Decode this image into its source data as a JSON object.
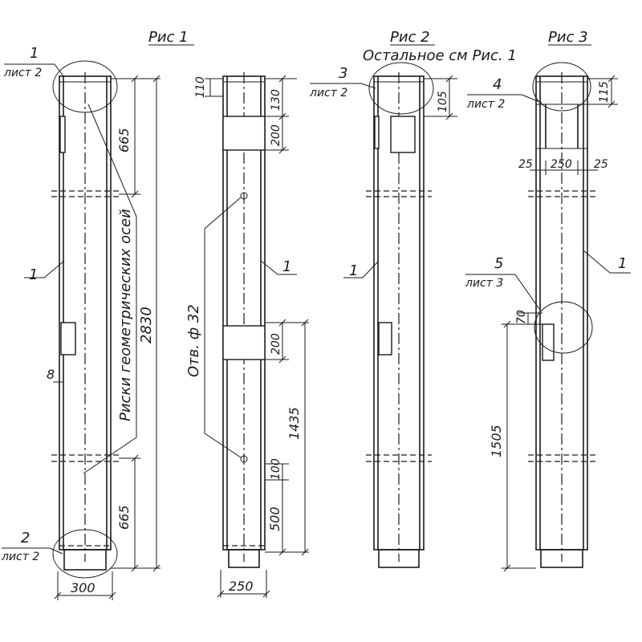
{
  "figures": {
    "fig1": "Рис 1",
    "fig2": "Рис 2",
    "fig3": "Рис 3",
    "fig2_note": "Остальное см Рис. 1"
  },
  "callouts": {
    "c1_num": "1",
    "c1_sheet": "лист 2",
    "c2_num": "2",
    "c2_sheet": "лист 2",
    "c3_num": "3",
    "c3_sheet": "лист 2",
    "c4_num": "4",
    "c4_sheet": "лист 2",
    "c5_num": "5",
    "c5_sheet": "лист 3"
  },
  "positions": {
    "p1_a": "1",
    "p1_b": "1",
    "p1_c": "1",
    "p1_d": "1"
  },
  "labels": {
    "axis_marks": "Риски геометрических осей",
    "hole": "Отв. ф 32",
    "weld_8": "8"
  },
  "dims": {
    "d665_top": "665",
    "d2830": "2830",
    "d665_bot": "665",
    "d300": "300",
    "d110": "110",
    "d130": "130",
    "d200_top": "200",
    "d200_mid": "200",
    "d1435": "1435",
    "d100": "100",
    "d500": "500",
    "d250": "250",
    "d105": "105",
    "d115": "115",
    "d25_left": "25",
    "d250_fig3": "250",
    "d25_right": "25",
    "d70": "70",
    "d1505": "1505"
  }
}
